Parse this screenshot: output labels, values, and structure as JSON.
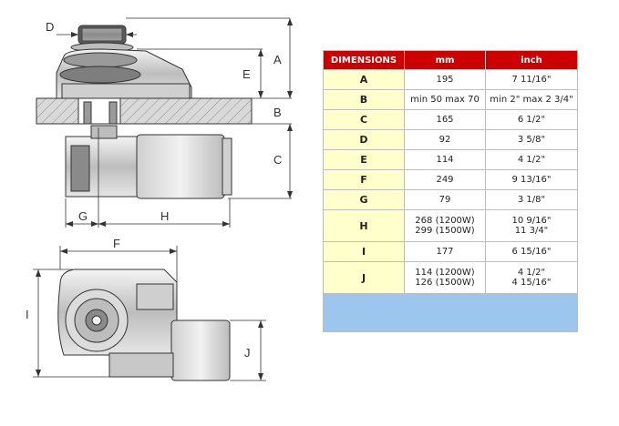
{
  "drawing": {
    "labels": {
      "A": "A",
      "B": "B",
      "C": "C",
      "D": "D",
      "E": "E",
      "F": "F",
      "G": "G",
      "H": "H",
      "I": "I",
      "J": "J"
    }
  },
  "table": {
    "headers": [
      "DIMENSIONS",
      "mm",
      "inch"
    ],
    "rows": [
      {
        "key": "A",
        "mm": [
          "195"
        ],
        "inch": [
          "7 11/16\""
        ]
      },
      {
        "key": "B",
        "mm": [
          "min 50 max 70"
        ],
        "inch": [
          "min 2\" max 2 3/4\""
        ]
      },
      {
        "key": "C",
        "mm": [
          "165"
        ],
        "inch": [
          "6 1/2\""
        ]
      },
      {
        "key": "D",
        "mm": [
          "92"
        ],
        "inch": [
          "3 5/8\""
        ]
      },
      {
        "key": "E",
        "mm": [
          "114"
        ],
        "inch": [
          "4 1/2\""
        ]
      },
      {
        "key": "F",
        "mm": [
          "249"
        ],
        "inch": [
          "9 13/16\""
        ]
      },
      {
        "key": "G",
        "mm": [
          "79"
        ],
        "inch": [
          "3 1/8\""
        ]
      },
      {
        "key": "H",
        "mm": [
          "268 (1200W)",
          "299 (1500W)"
        ],
        "inch": [
          "10 9/16\"",
          "11 3/4\""
        ]
      },
      {
        "key": "I",
        "mm": [
          "177"
        ],
        "inch": [
          "6 15/16\""
        ]
      },
      {
        "key": "J",
        "mm": [
          "114 (1200W)",
          "126 (1500W)"
        ],
        "inch": [
          "4 1/2\"",
          "4 15/16\""
        ]
      }
    ],
    "blank_row_color": "#9cc6ee",
    "header_color": "#cc0000",
    "key_cell_color": "#ffffcc"
  }
}
